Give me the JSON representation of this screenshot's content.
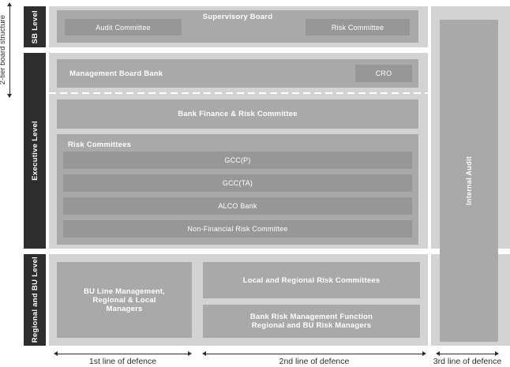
{
  "left_axis": {
    "label": "2-tier board structure"
  },
  "levels": {
    "sb": "SB Level",
    "executive": "Executive Level",
    "regional": "Regional and BU Level"
  },
  "sb_section": {
    "title": "Supervisory Board",
    "audit_committee": "Audit Committee",
    "risk_committee": "Risk Committee"
  },
  "executive_section": {
    "management_board": "Management Board Bank",
    "cro": "CRO",
    "bank_finance_risk": "Bank Finance & Risk Committee",
    "risk_committees_title": "Risk Committees",
    "risk_committees": [
      "GCC(P)",
      "GCC(TA)",
      "ALCO Bank",
      "Non-Financial Risk Committee"
    ]
  },
  "regional_section": {
    "bu_line_lines": [
      "BU Line Management,",
      "Regional & Local",
      "Managers"
    ],
    "local_regional": "Local and Regional Risk Committees",
    "bank_risk_lines": [
      "Bank Risk Management Function",
      "Regional and BU Risk Managers"
    ]
  },
  "internal_audit": "Internal Audit",
  "defence_labels": [
    "1st line of defence",
    "2nd line of defence",
    "3rd line of defence"
  ],
  "colors": {
    "level_bar": "#2d2d2d",
    "panel": "#d3d3d3",
    "box": "#a9a9a9",
    "box_dark": "#979797",
    "text_light": "#ffffff",
    "text_dark": "#2d2d2d"
  }
}
